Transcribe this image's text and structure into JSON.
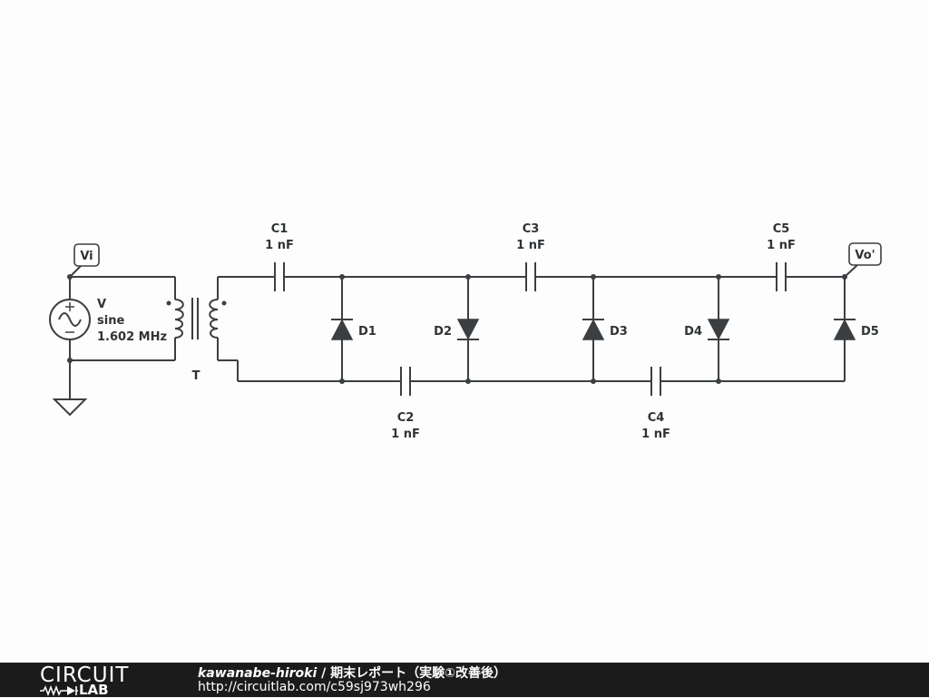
{
  "source": {
    "name": "V",
    "type": "sine",
    "frequency": "1.602 MHz"
  },
  "transformer": {
    "label": "T"
  },
  "flags": {
    "input": "Vi",
    "output": "Vo'"
  },
  "capacitors": [
    {
      "name": "C1",
      "value": "1 nF"
    },
    {
      "name": "C2",
      "value": "1 nF"
    },
    {
      "name": "C3",
      "value": "1 nF"
    },
    {
      "name": "C4",
      "value": "1 nF"
    },
    {
      "name": "C5",
      "value": "1 nF"
    }
  ],
  "diodes": [
    {
      "name": "D1"
    },
    {
      "name": "D2"
    },
    {
      "name": "D3"
    },
    {
      "name": "D4"
    },
    {
      "name": "D5"
    }
  ],
  "footer": {
    "logo_circuit": "CIRCUIT",
    "logo_lab": "LAB",
    "author": "kawanabe-hiroki",
    "separator": " / ",
    "title": "期末レポート（実験①改善後）",
    "url": "http://circuitlab.com/c59sj973wh296"
  }
}
